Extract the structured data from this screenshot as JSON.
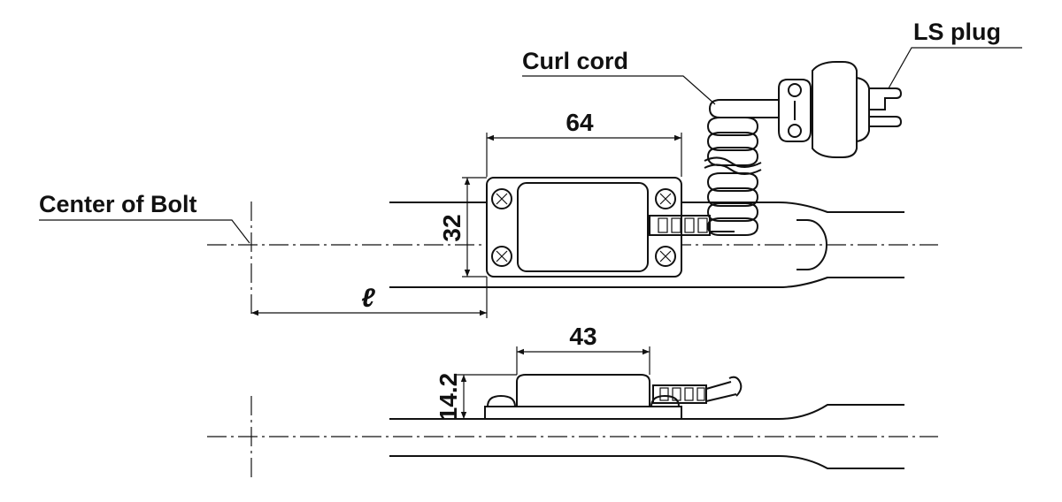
{
  "labels": {
    "ls_plug": "LS plug",
    "curl_cord": "Curl cord",
    "center_of_bolt": "Center of Bolt"
  },
  "dimensions": {
    "width_top": "64",
    "height_side": "32",
    "distance": "ℓ",
    "width_lower": "43",
    "thickness": "14.2"
  }
}
